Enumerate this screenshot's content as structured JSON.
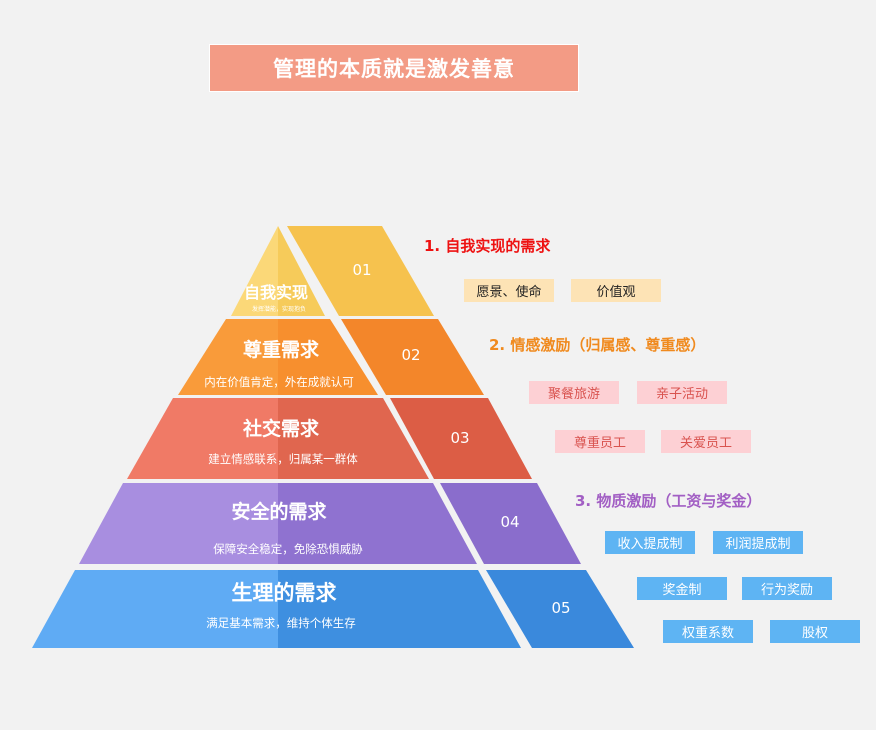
{
  "title": "管理的本质就是激发善意",
  "layers": [
    {
      "name": "自我实现",
      "desc": "发挥潜能，实现抱负",
      "num": "01",
      "left": "#fbd878",
      "right": "#f6c24e"
    },
    {
      "name": "尊重需求",
      "desc": "内在价值肯定，外在成就认可",
      "num": "02",
      "left": "#f99b3a",
      "right": "#f3862a"
    },
    {
      "name": "社交需求",
      "desc": "建立情感联系，归属某一群体",
      "num": "03",
      "left": "#f07a66",
      "right": "#dc5d45"
    },
    {
      "name": "安全的需求",
      "desc": "保障安全稳定，免除恐惧威胁",
      "num": "04",
      "left": "#a88ee0",
      "right": "#8a6dcc"
    },
    {
      "name": "生理的需求",
      "desc": "满足基本需求，维持个体生存",
      "num": "05",
      "left": "#5fabf4",
      "right": "#3a89dc"
    }
  ],
  "headings": {
    "h1": {
      "text": "1. 自我实现的需求",
      "color": "#ee1111"
    },
    "h2": {
      "text": "2. 情感激励（归属感、尊重感）",
      "color": "#f08a1e"
    },
    "h3": {
      "text": "3. 物质激励（工资与奖金）",
      "color": "#a25fc4"
    }
  },
  "tags": {
    "t1": "愿景、使命",
    "t2": "价值观",
    "t3": "聚餐旅游",
    "t4": "亲子活动",
    "t5": "尊重员工",
    "t6": "关爱员工",
    "t7": "收入提成制",
    "t8": "利润提成制",
    "t9": "奖金制",
    "t10": "行为奖励",
    "t11": "权重系数",
    "t12": "股权"
  }
}
